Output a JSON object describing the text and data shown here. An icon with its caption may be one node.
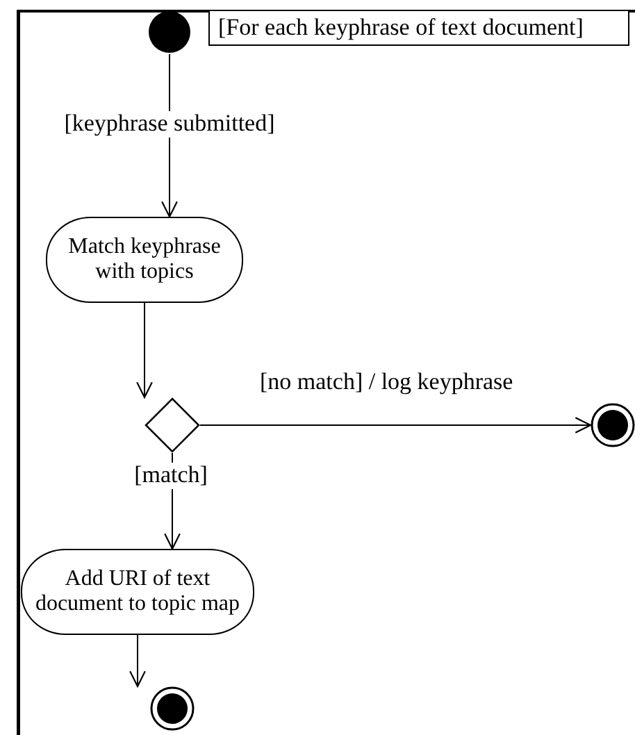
{
  "diagram": {
    "nodes": [
      {
        "text": [
          "[For each keyphrase of text document]"
        ]
      },
      {
        "text": [],
        "shape": "circle",
        "in": 0
      },
      {
        "text": [
          "Match keyphrase with topics"
        ],
        "in": 0
      },
      {
        "text": [],
        "shape": "diamond",
        "in": 0
      },
      {
        "text": [],
        "shape": "bullseye",
        "in": 0
      },
      {
        "text": [
          "Add URI of text document to topic map"
        ],
        "in": 0
      },
      {
        "text": [],
        "shape": "bullseye",
        "in": 0
      }
    ],
    "edges": [
      {
        "from": 1,
        "to": 2,
        "arrow": "to",
        "label": "[keyphrase submitted]"
      },
      {
        "from": 2,
        "to": 3,
        "arrow": "to"
      },
      {
        "from": 3,
        "to": 4,
        "arrow": "to",
        "label": "[no match] / log keyphrase"
      },
      {
        "from": 3,
        "to": 5,
        "arrow": "to",
        "label": "[match]"
      },
      {
        "from": 5,
        "to": 6,
        "arrow": "to"
      }
    ]
  }
}
